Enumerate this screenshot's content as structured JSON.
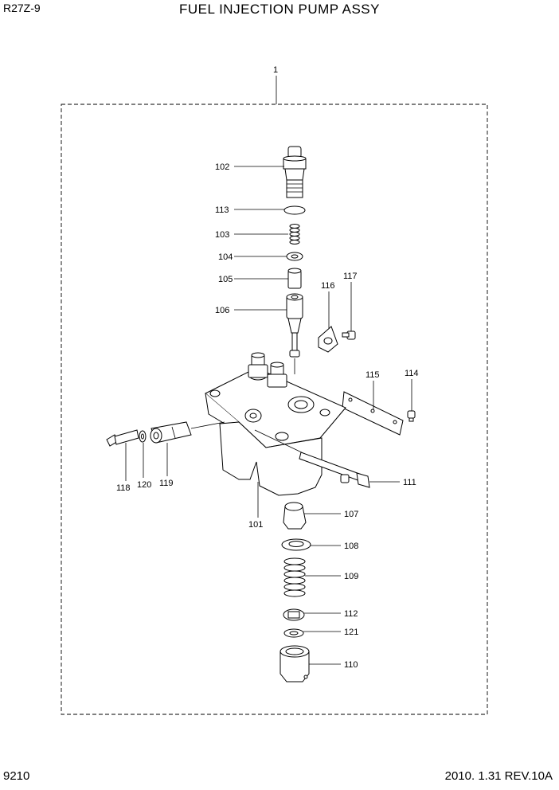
{
  "header": {
    "model": "R27Z-9",
    "title": "FUEL INJECTION PUMP ASSY"
  },
  "footer": {
    "page": "9210",
    "revision": "2010. 1.31  REV.10A"
  },
  "callouts": {
    "c1": "1",
    "c101": "101",
    "c102": "102",
    "c103": "103",
    "c104": "104",
    "c105": "105",
    "c106": "106",
    "c107": "107",
    "c108": "108",
    "c109": "109",
    "c110": "110",
    "c111": "111",
    "c112": "112",
    "c113": "113",
    "c114": "114",
    "c115": "115",
    "c116": "116",
    "c117": "117",
    "c118": "118",
    "c119": "119",
    "c120": "120",
    "c121": "121"
  }
}
